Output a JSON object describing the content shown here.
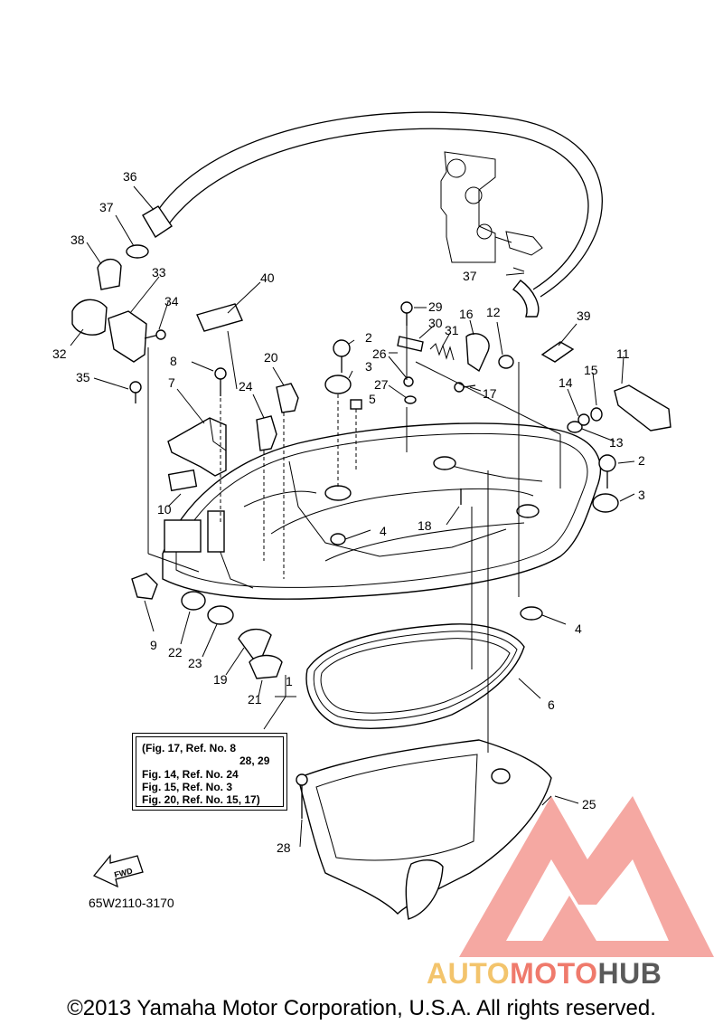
{
  "diagram": {
    "callouts": [
      "1",
      "2",
      "2",
      "3",
      "3",
      "4",
      "4",
      "5",
      "6",
      "7",
      "8",
      "9",
      "10",
      "11",
      "12",
      "13",
      "14",
      "15",
      "16",
      "17",
      "18",
      "19",
      "20",
      "21",
      "22",
      "23",
      "24",
      "25",
      "26",
      "27",
      "28",
      "29",
      "30",
      "31",
      "32",
      "33",
      "34",
      "35",
      "36",
      "37",
      "37",
      "38",
      "39",
      "40"
    ],
    "reference_box": {
      "lines": [
        "(Fig. 17, Ref. No. 8",
        "28, 29",
        "Fig. 14, Ref. No. 24",
        "Fig. 15, Ref. No. 3",
        "Fig. 20, Ref. No. 15, 17)"
      ]
    },
    "fwd_label": "FWD",
    "part_code": "65W2110-3170",
    "copyright": "©2013 Yamaha Motor Corporation, U.S.A. All rights reserved."
  },
  "watermark": {
    "part1": "AUTO",
    "part2": "MOTO",
    "part3": "HUB",
    "colors": {
      "auto": "#f3c46c",
      "moto": "#ef7a6c",
      "hub": "#5a5a5a",
      "logo": "#f28b84"
    }
  }
}
